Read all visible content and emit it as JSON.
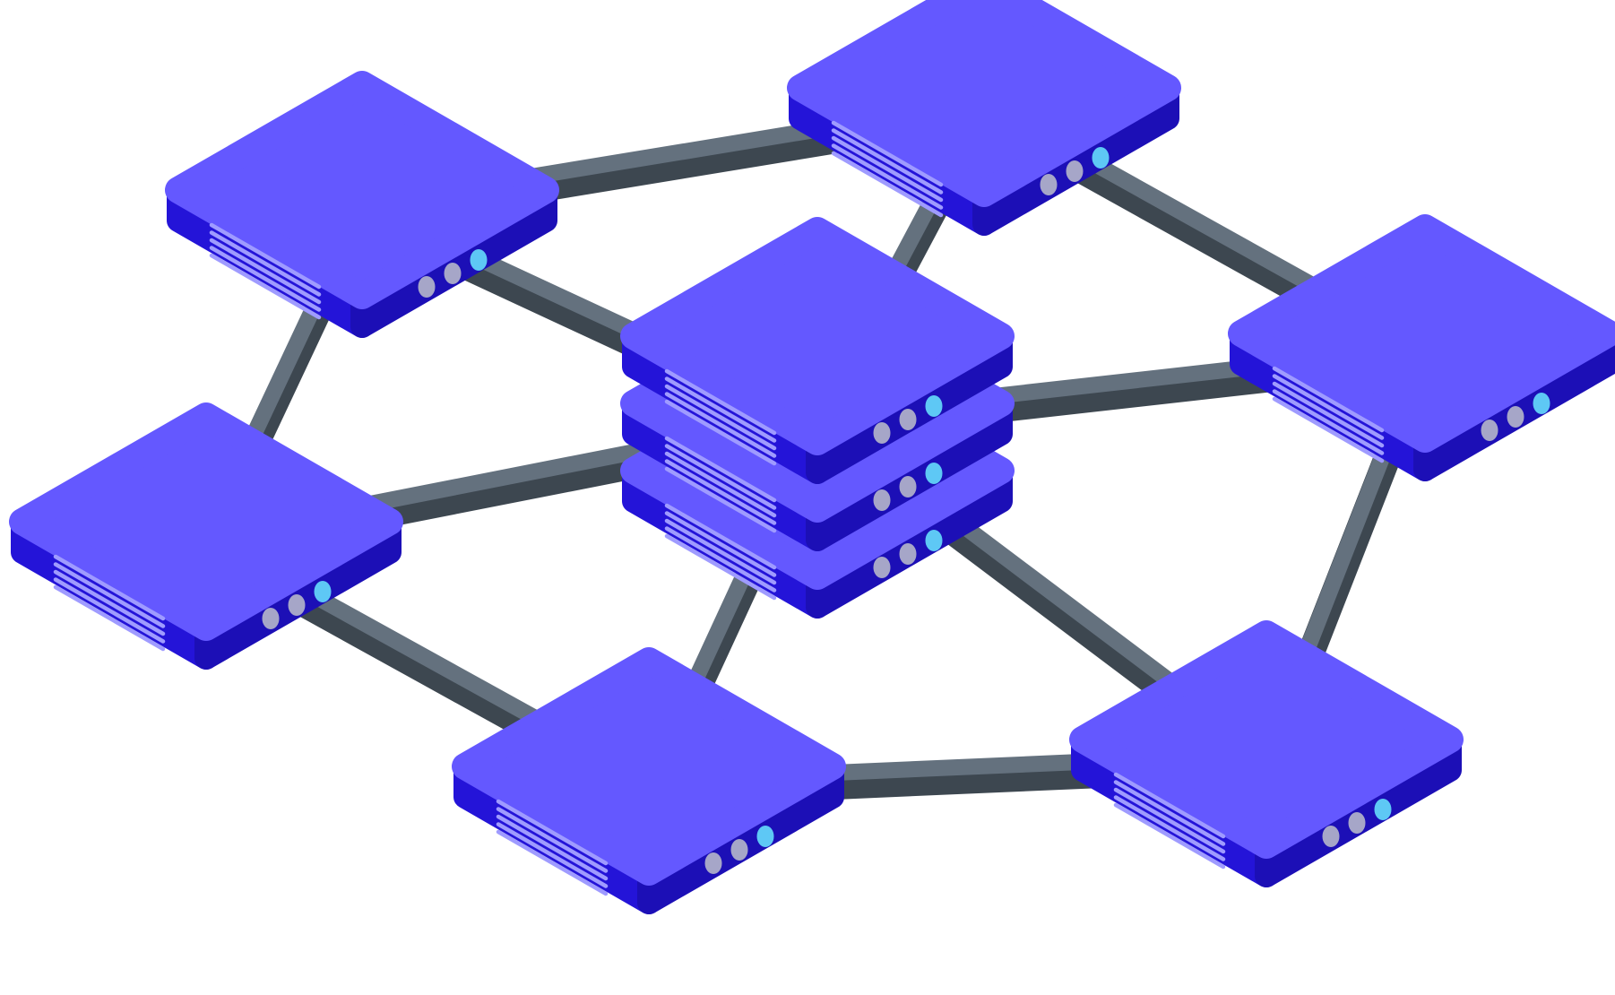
{
  "colors": {
    "background": "#ffffff",
    "node_top": "#6458ff",
    "node_side": "#2414d8",
    "node_side_dark": "#1c0fb6",
    "vent_lines": "#9f9bff",
    "led_grey": "#a6a6c8",
    "led_active": "#5ec8f5",
    "link_light": "#64717e",
    "link_dark": "#3d4750"
  },
  "icons": {
    "node": "server-icon",
    "hub": "server-stack-icon",
    "link": "network-link"
  },
  "nodes": [
    "top-left",
    "top-center",
    "right",
    "left",
    "center-hub",
    "bottom-center",
    "bottom-right"
  ],
  "hub_layers": 3,
  "links": [
    [
      "top-left",
      "top-center"
    ],
    [
      "top-center",
      "right"
    ],
    [
      "top-center",
      "center-hub"
    ],
    [
      "top-left",
      "left"
    ],
    [
      "top-left",
      "center-hub"
    ],
    [
      "left",
      "center-hub"
    ],
    [
      "left",
      "bottom-center"
    ],
    [
      "right",
      "center-hub"
    ],
    [
      "right",
      "bottom-right"
    ],
    [
      "center-hub",
      "bottom-center"
    ],
    [
      "center-hub",
      "bottom-right"
    ],
    [
      "bottom-center",
      "bottom-right"
    ]
  ]
}
